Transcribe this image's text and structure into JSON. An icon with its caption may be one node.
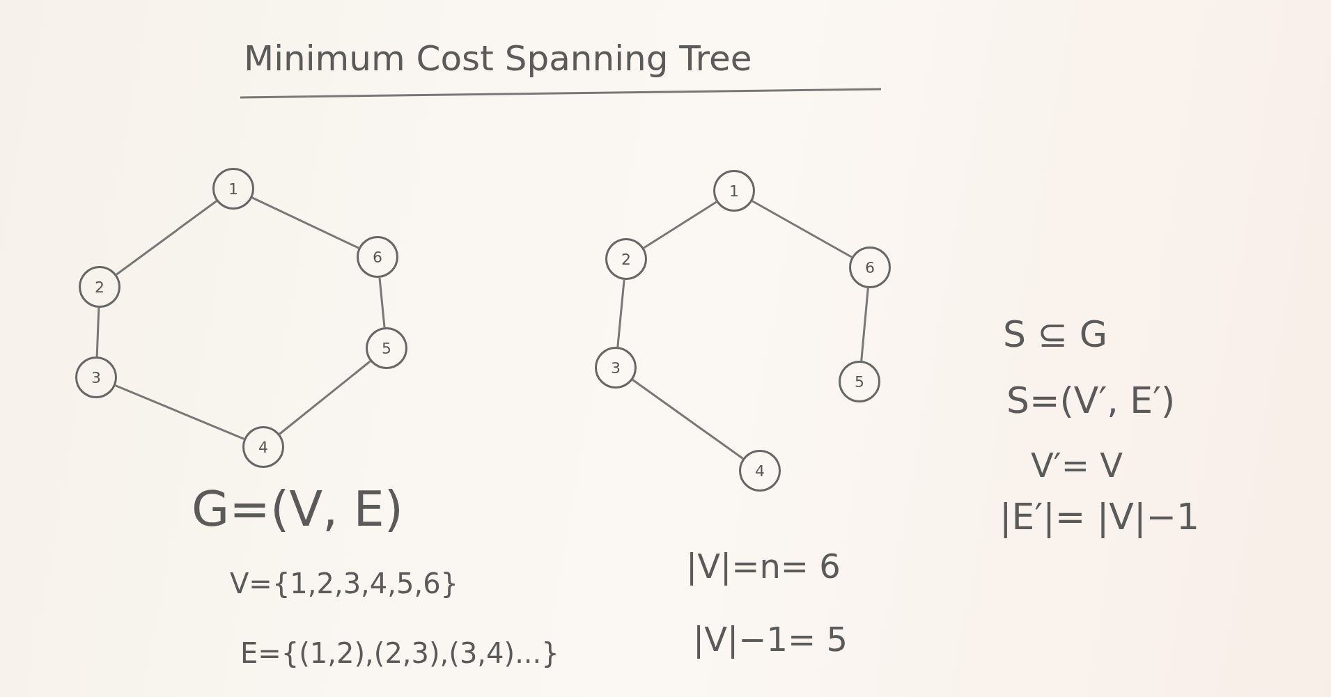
{
  "diagram": {
    "title": "Minimum Cost Spanning Tree",
    "nodes": [
      {
        "text": [
          "1"
        ]
      },
      {
        "text": [
          "6"
        ]
      },
      {
        "text": [
          "2"
        ]
      },
      {
        "text": [
          "5"
        ]
      },
      {
        "text": [
          "3"
        ]
      },
      {
        "text": [
          "4"
        ]
      },
      {
        "text": [
          "1"
        ]
      },
      {
        "text": [
          "2"
        ]
      },
      {
        "text": [
          "6"
        ]
      },
      {
        "text": [
          "3"
        ]
      },
      {
        "text": [
          "5"
        ]
      },
      {
        "text": [
          "4"
        ]
      }
    ],
    "edges": [
      {
        "from": 0,
        "to": 2,
        "arrow": "none"
      },
      {
        "from": 0,
        "to": 1,
        "arrow": "none"
      },
      {
        "from": 2,
        "to": 4,
        "arrow": "none"
      },
      {
        "from": 1,
        "to": 3,
        "arrow": "none"
      },
      {
        "from": 3,
        "to": 5,
        "arrow": "none"
      },
      {
        "from": 4,
        "to": 5,
        "arrow": "none"
      },
      {
        "from": 6,
        "to": 7,
        "arrow": "none"
      },
      {
        "from": 6,
        "to": 8,
        "arrow": "none"
      },
      {
        "from": 7,
        "to": 9,
        "arrow": "none"
      },
      {
        "from": 8,
        "to": 10,
        "arrow": "none"
      },
      {
        "from": 9,
        "to": 11,
        "arrow": "none"
      }
    ],
    "labels": [
      "S ⊆ G",
      "S=(V′, E′)",
      "V′= V",
      "G=(V, E)",
      "|E′|= |V|−1",
      "V={1,2,3,4,5,6}",
      "|V|=n= 6",
      "|V|−1= 5",
      "E={(1,2),(2,3),(3,4)...}"
    ]
  }
}
